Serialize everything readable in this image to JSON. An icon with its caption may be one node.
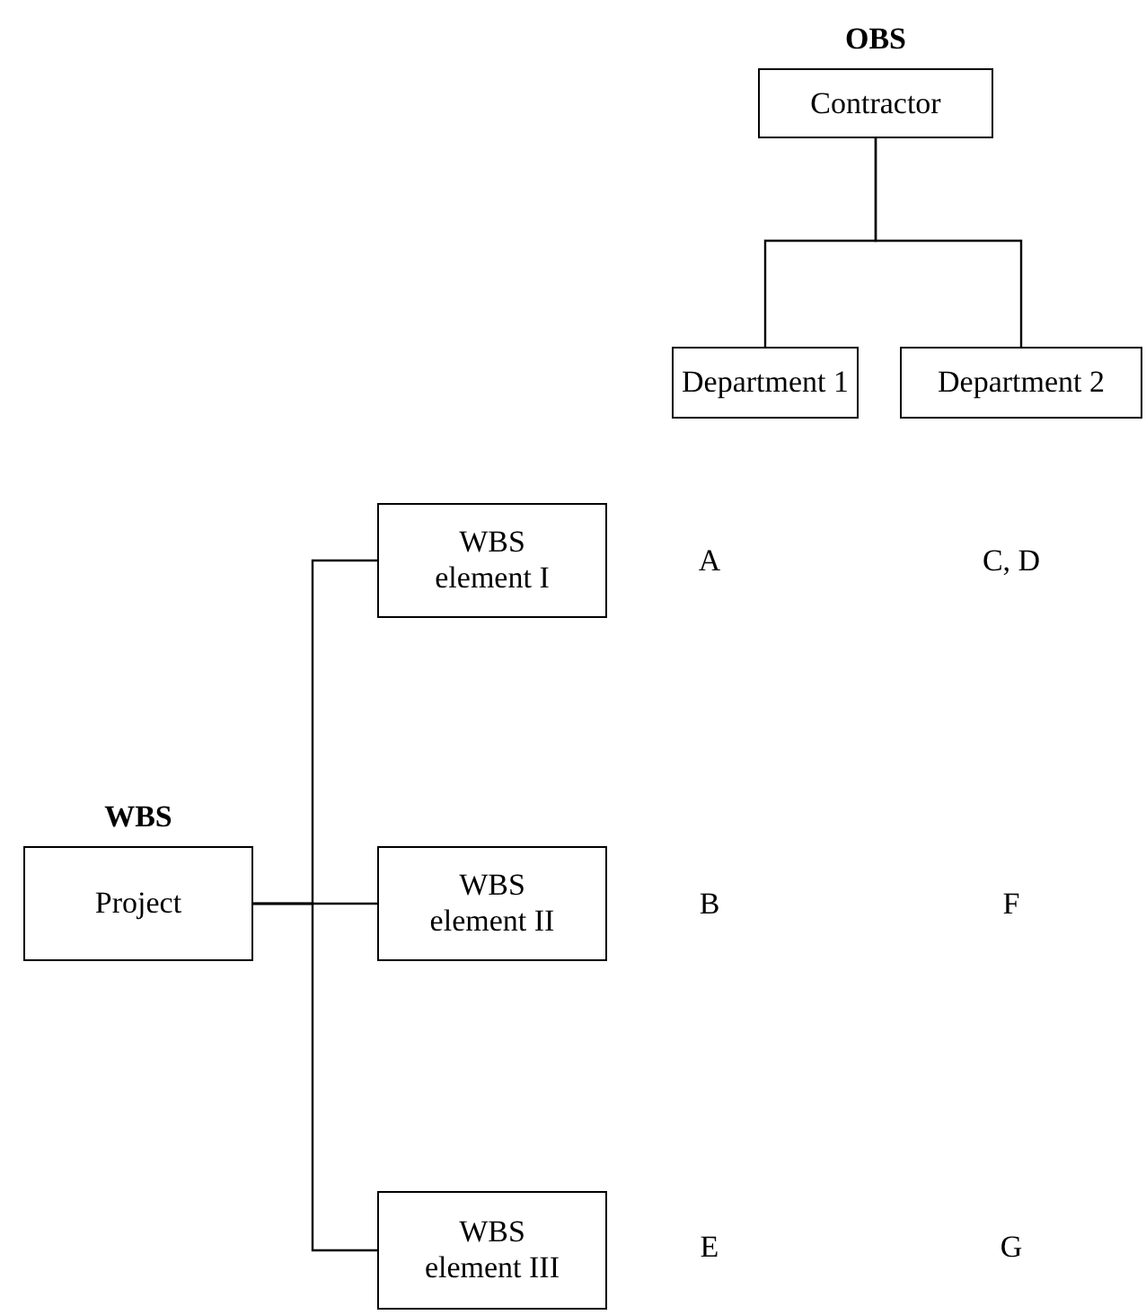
{
  "diagram": {
    "nodes": [
      {
        "text": [
          "OBS",
          "Contractor"
        ]
      },
      {
        "text": [
          "Department 1"
        ]
      },
      {
        "text": [
          "Department 2"
        ]
      },
      {
        "text": [
          "WBS",
          "Project"
        ]
      },
      {
        "text": [
          "WBS element I"
        ]
      },
      {
        "text": [
          "WBS element II"
        ]
      },
      {
        "text": [
          "WBS element III"
        ]
      }
    ],
    "edges": [
      {
        "from": 0,
        "to": 1,
        "arrow": "none"
      },
      {
        "from": 0,
        "to": 2,
        "arrow": "none"
      },
      {
        "from": 3,
        "to": 4,
        "arrow": "none"
      },
      {
        "from": 3,
        "to": 5,
        "arrow": "none"
      },
      {
        "from": 3,
        "to": 6,
        "arrow": "none"
      }
    ],
    "labels": [
      "A",
      "C, D",
      "B",
      "F",
      "E",
      "G"
    ]
  }
}
